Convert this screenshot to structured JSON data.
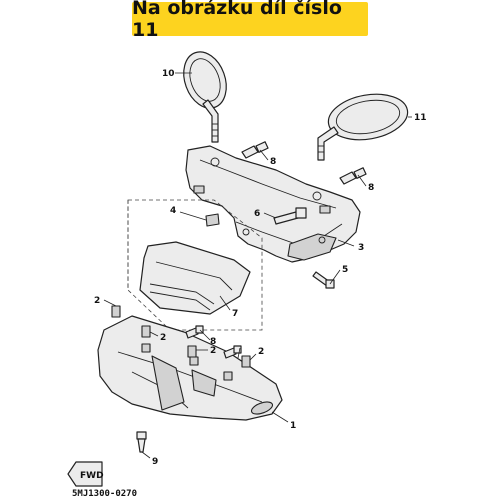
{
  "header": {
    "title": "Na obrázku díl číslo 11",
    "accent_color": "#fdd31f"
  },
  "callouts": {
    "c1": "1",
    "c2a": "2",
    "c2b": "2",
    "c2c": "2",
    "c2d": "2",
    "c3": "3",
    "c4": "4",
    "c5": "5",
    "c6": "6",
    "c7": "7",
    "c8a": "8",
    "c8b": "8",
    "c8c": "8",
    "c9": "9",
    "c10": "10",
    "c11": "11"
  },
  "fwd_label": "FWD",
  "diagram_code": "5MJ1300-0270"
}
